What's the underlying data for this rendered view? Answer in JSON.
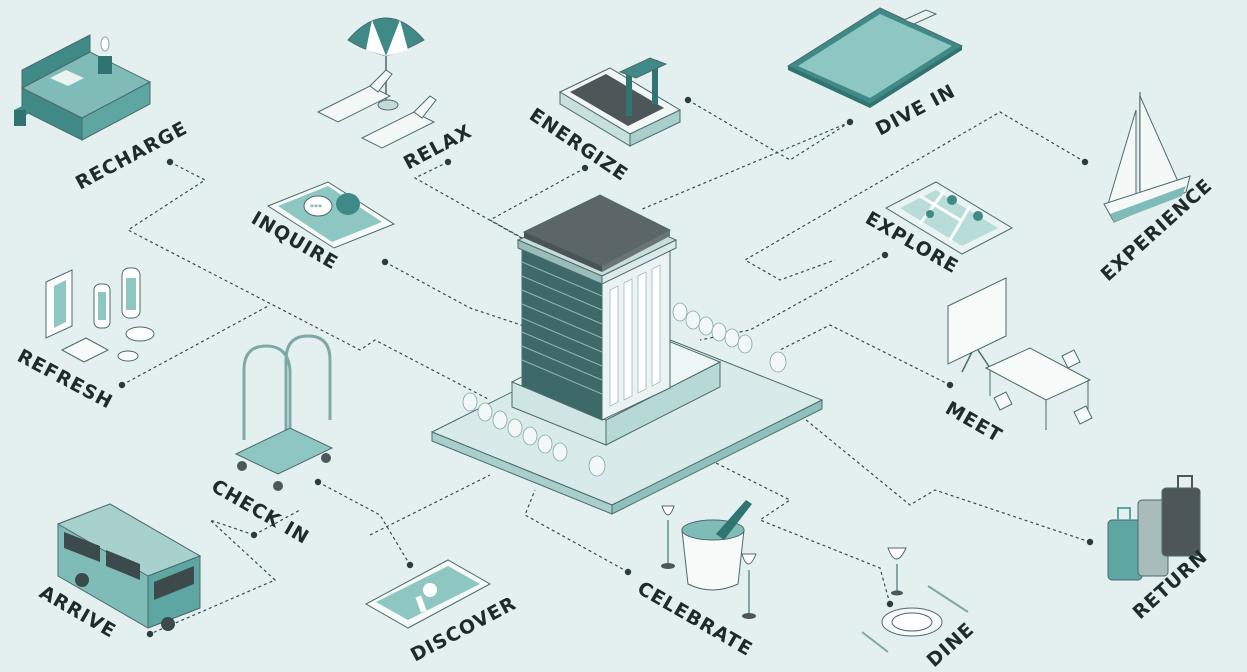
{
  "colors": {
    "background": "#e3f0ef",
    "teal": "#3f8a86",
    "teal_light": "#7fbcb8",
    "teal_pale": "#c9e3e1",
    "dark_slate": "#566466",
    "label": "#1f2a2d"
  },
  "labels": {
    "recharge": "RECHARGE",
    "relax": "RELAX",
    "energize": "ENERGIZE",
    "dive_in": "DIVE IN",
    "experience": "EXPERIENCE",
    "inquire": "INQUIRE",
    "explore": "EXPLORE",
    "refresh": "REFRESH",
    "meet": "MEET",
    "check_in": "CHECK IN",
    "arrive": "ARRIVE",
    "discover": "DISCOVER",
    "celebrate": "CELEBRATE",
    "dine": "DINE",
    "return": "RETURN"
  },
  "icons": [
    "bed-icon",
    "beach-umbrella-icon",
    "treadmill-icon",
    "pool-icon",
    "sailboat-icon",
    "phone-chat-icon",
    "map-icon",
    "toiletries-icon",
    "presentation-icon",
    "luggage-cart-icon",
    "van-icon",
    "phone-key-icon",
    "champagne-icon",
    "dining-icon",
    "suitcase-icon",
    "hotel-building-icon"
  ]
}
